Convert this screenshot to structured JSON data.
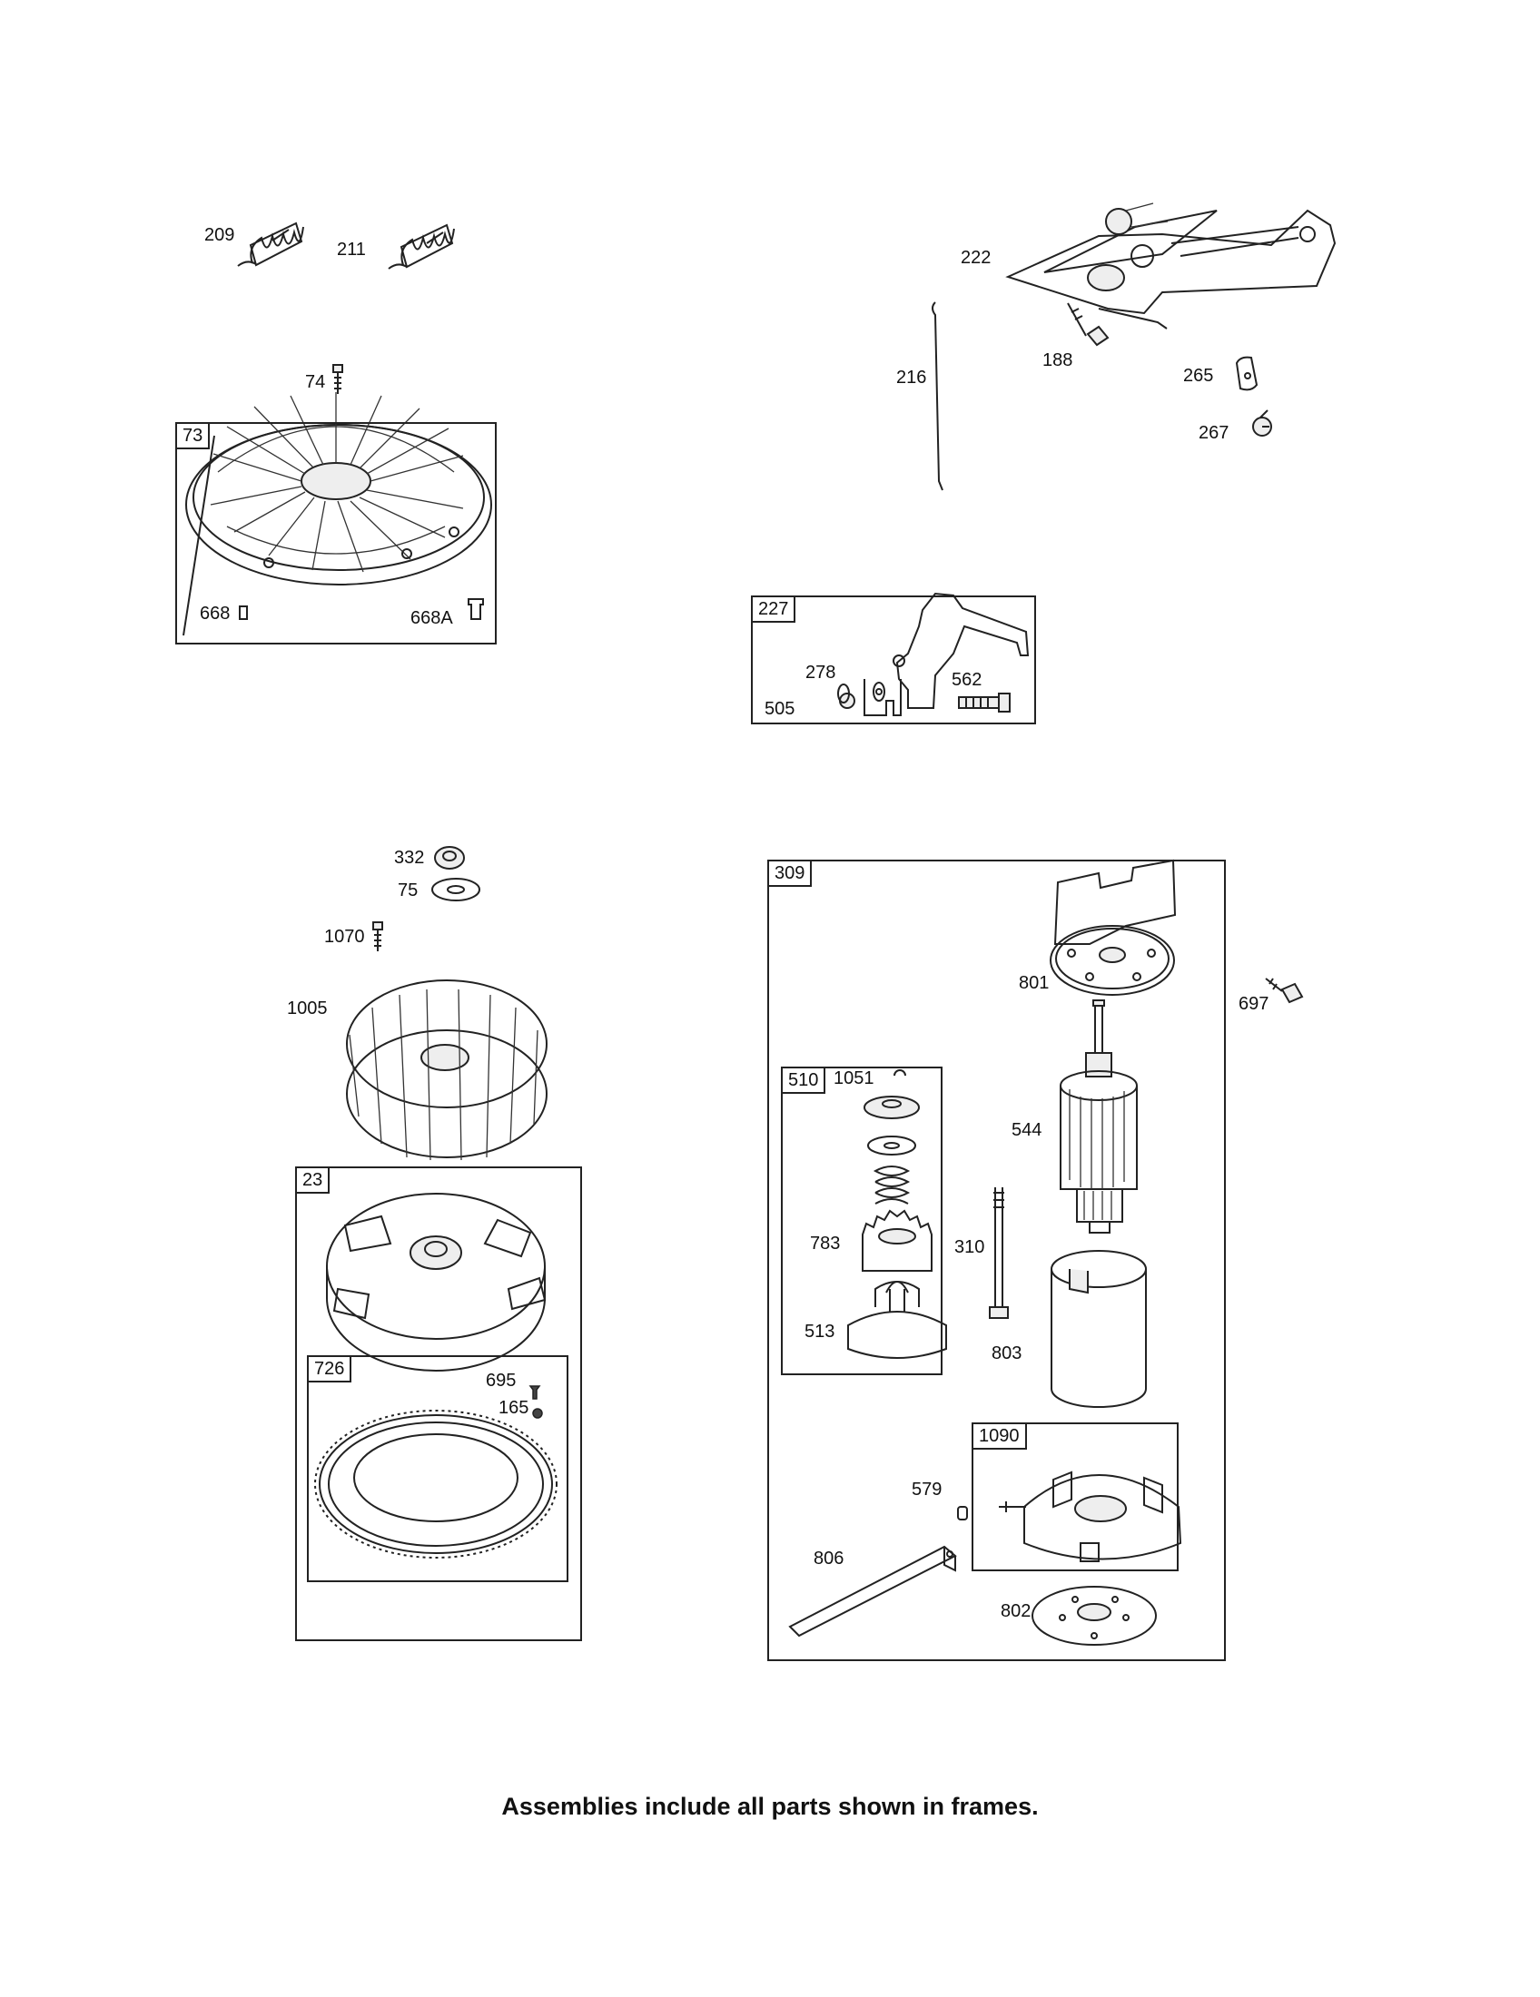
{
  "frames": {
    "f73": "73",
    "f227": "227",
    "f309": "309",
    "f510": "510",
    "f23": "23",
    "f726": "726",
    "f1090": "1090"
  },
  "labels": {
    "p209": "209",
    "p211": "211",
    "p74": "74",
    "p668": "668",
    "p668a": "668A",
    "p222": "222",
    "p216": "216",
    "p188": "188",
    "p265": "265",
    "p267": "267",
    "p278": "278",
    "p505": "505",
    "p562": "562",
    "p332": "332",
    "p75": "75",
    "p1070": "1070",
    "p1005": "1005",
    "p695": "695",
    "p165": "165",
    "p801": "801",
    "p697": "697",
    "p1051": "1051",
    "p544": "544",
    "p783": "783",
    "p310": "310",
    "p513": "513",
    "p803": "803",
    "p579": "579",
    "p806": "806",
    "p802": "802"
  },
  "caption": "Assemblies include all parts shown in frames."
}
